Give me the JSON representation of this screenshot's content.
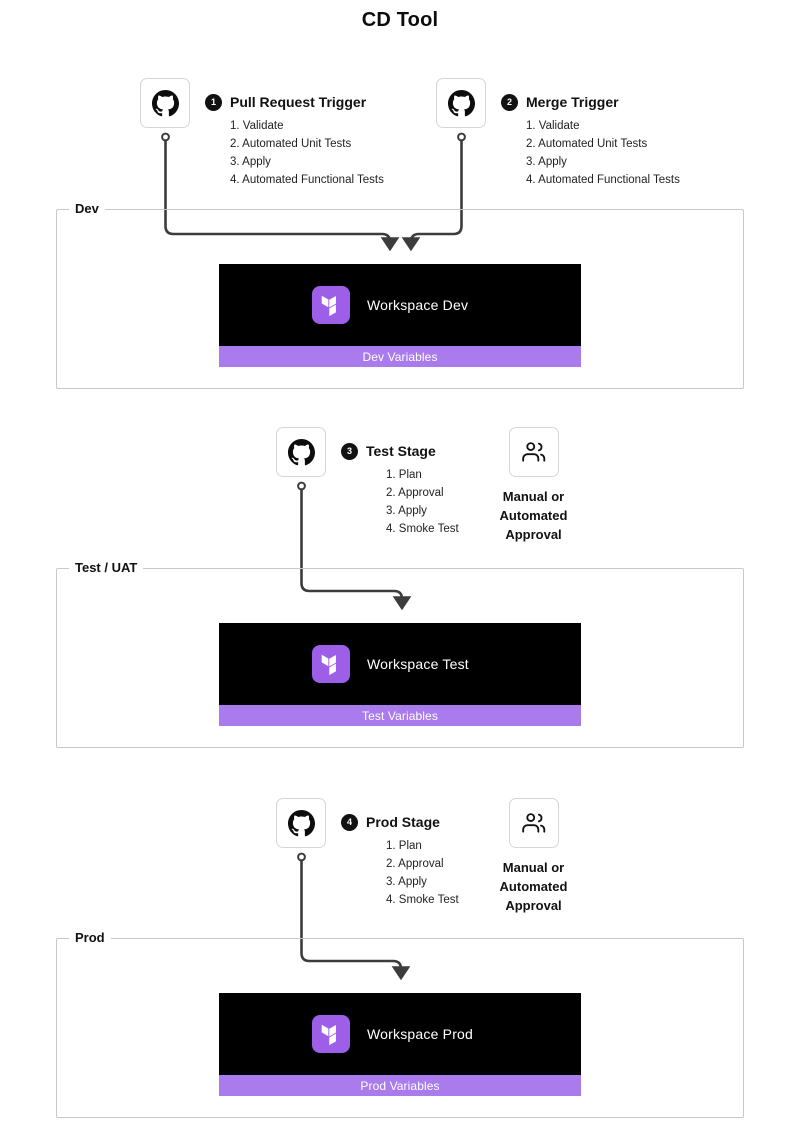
{
  "title": "CD Tool",
  "colors": {
    "terraform_purple": "#9d5fe8",
    "variables_bar": "#a97bec",
    "workspace_bg": "#000000",
    "group_border": "#c8c8c8",
    "connector": "#3c3c3c"
  },
  "triggers": [
    {
      "number": "1",
      "title": "Pull Request Trigger",
      "icon": "github-icon",
      "steps": [
        "1. Validate",
        "2. Automated Unit Tests",
        "3. Apply",
        "4. Automated Functional Tests"
      ]
    },
    {
      "number": "2",
      "title": "Merge Trigger",
      "icon": "github-icon",
      "steps": [
        "1. Validate",
        "2. Automated Unit Tests",
        "3. Apply",
        "4. Automated Functional Tests"
      ]
    },
    {
      "number": "3",
      "title": "Test Stage",
      "icon": "github-icon",
      "steps": [
        "1. Plan",
        "2. Approval",
        "3. Apply",
        "4. Smoke Test"
      ]
    },
    {
      "number": "4",
      "title": "Prod Stage",
      "icon": "github-icon",
      "steps": [
        "1. Plan",
        "2. Approval",
        "3. Apply",
        "4. Smoke Test"
      ]
    }
  ],
  "approvals": [
    {
      "icon": "users-icon",
      "caption": "Manual or\nAutomated\nApproval",
      "line1": "Manual or",
      "line2": "Automated",
      "line3": "Approval"
    },
    {
      "icon": "users-icon",
      "caption": "Manual or\nAutomated\nApproval",
      "line1": "Manual or",
      "line2": "Automated",
      "line3": "Approval"
    }
  ],
  "environments": [
    {
      "label": "Dev",
      "workspace": {
        "name": "Workspace Dev",
        "icon": "terraform-icon",
        "variables_label": "Dev Variables"
      }
    },
    {
      "label": "Test / UAT",
      "workspace": {
        "name": "Workspace Test",
        "icon": "terraform-icon",
        "variables_label": "Test Variables"
      }
    },
    {
      "label": "Prod",
      "workspace": {
        "name": "Workspace Prod",
        "icon": "terraform-icon",
        "variables_label": "Prod Variables"
      }
    }
  ]
}
